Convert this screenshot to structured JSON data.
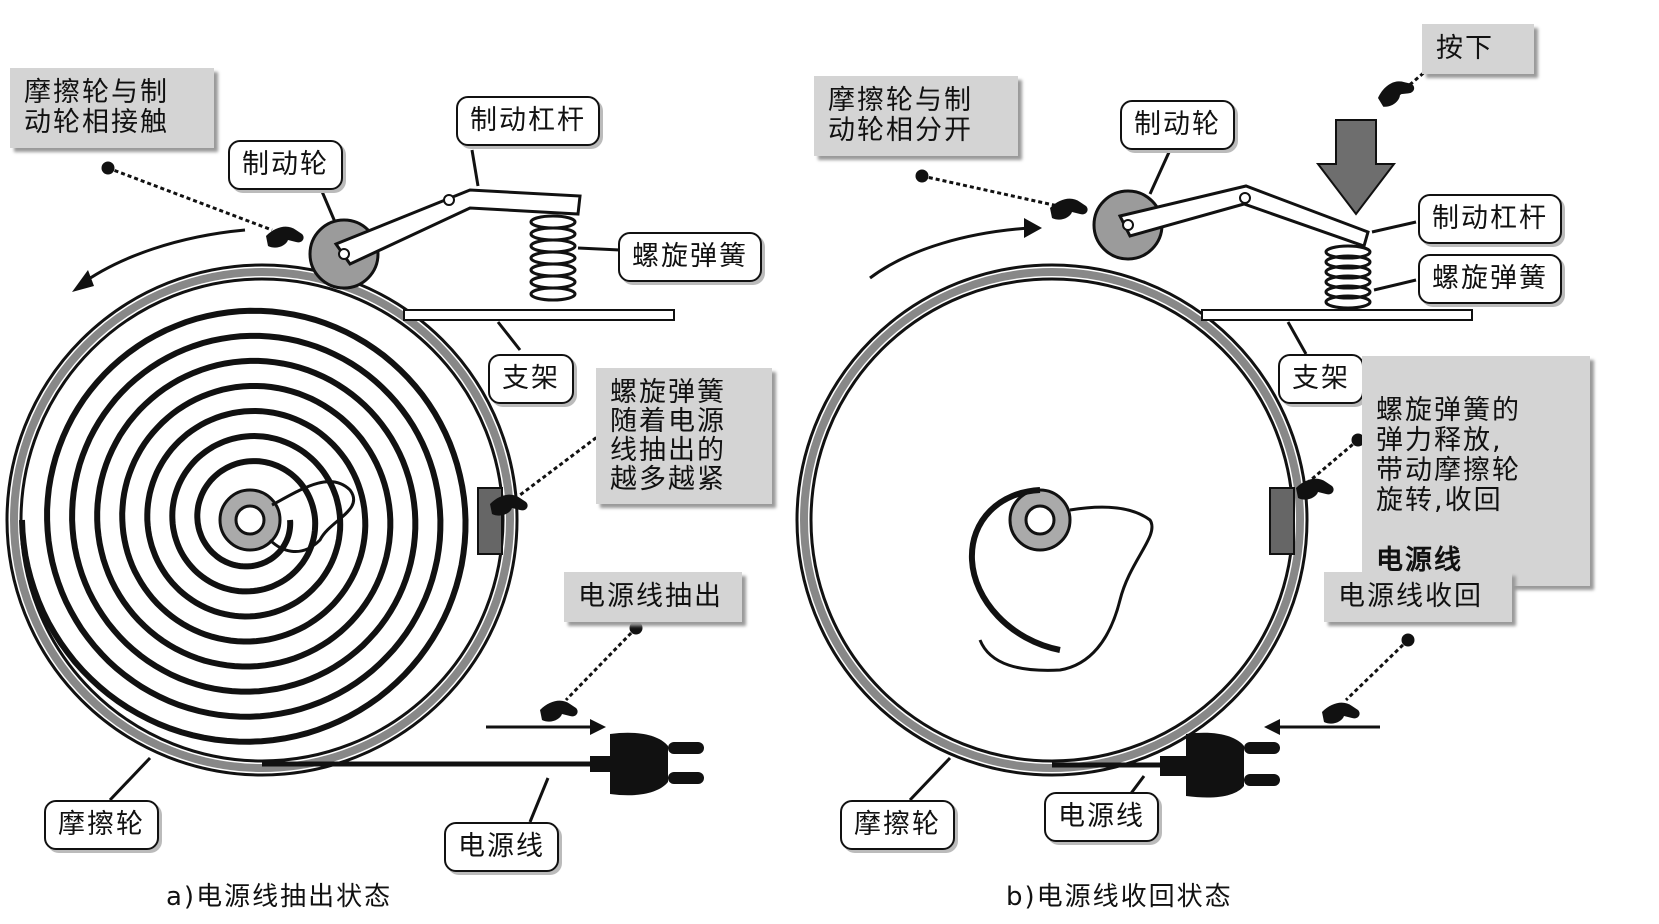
{
  "panel_a": {
    "caption": "a)电源线抽出状态",
    "labels": {
      "brake_wheel": "制动轮",
      "brake_lever": "制动杠杆",
      "coil_spring": "螺旋弹簧",
      "bracket": "支架",
      "friction_wheel": "摩擦轮",
      "power_cord": "电源线"
    },
    "notes": {
      "contact": "摩擦轮与制\n动轮相接触",
      "spring_tight": "螺旋弹簧\n随着电源\n线抽出的\n越多越紧",
      "cord_out": "电源线抽出"
    }
  },
  "panel_b": {
    "caption": "b)电源线收回状态",
    "labels": {
      "brake_wheel": "制动轮",
      "brake_lever": "制动杠杆",
      "coil_spring": "螺旋弹簧",
      "bracket": "支架",
      "friction_wheel": "摩擦轮",
      "power_cord": "电源线"
    },
    "notes": {
      "press": "按下",
      "separate": "摩擦轮与制\n动轮相分开",
      "spring_release": "螺旋弹簧的\n弹力释放,\n带动摩擦轮\n旋转,收回",
      "spring_release_bold": "电源线",
      "cord_in": "电源线收回"
    }
  },
  "colors": {
    "ink": "#111111",
    "note_fill": "#d4d4d4",
    "wheel_fill": "#9b9b9b",
    "press_arrow": "#6e6e6e"
  }
}
